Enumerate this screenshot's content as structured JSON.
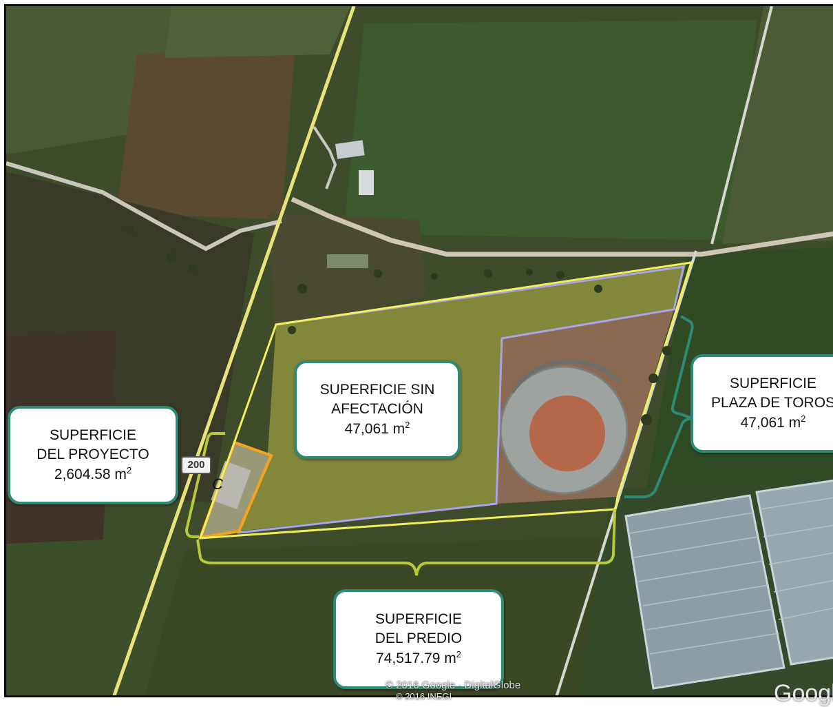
{
  "map": {
    "route_number": "200",
    "point_label": "C",
    "attribution_line1": "© 2016 Google · DigitalGlobe",
    "attribution_line2": "© 2016 INEGI",
    "provider_logo": "Google"
  },
  "callouts": {
    "proyecto": {
      "line1": "SUPERFICIE",
      "line2": "DEL PROYECTO",
      "value": "2,604.58 m",
      "exp": "2"
    },
    "sin_afectacion": {
      "line1": "SUPERFICIE SIN",
      "line2": "AFECTACIÓN",
      "value": "47,061 m",
      "exp": "2"
    },
    "plaza": {
      "line1": "SUPERFICIE",
      "line2": "PLAZA DE TOROS",
      "value": "47,061 m",
      "exp": "2"
    },
    "predio": {
      "line1": "SUPERFICIE",
      "line2": "DEL PREDIO",
      "value": "74,517.79 m",
      "exp": "2"
    }
  },
  "colors": {
    "predio_outline": "#f2ef5a",
    "sin_afectacion_outline": "#a9a3e8",
    "proyecto_outline": "#f5a21c",
    "callout_border": "#2e8a74",
    "predio_bracket": "#b8c93a",
    "plaza_bracket": "#2e8a74"
  }
}
